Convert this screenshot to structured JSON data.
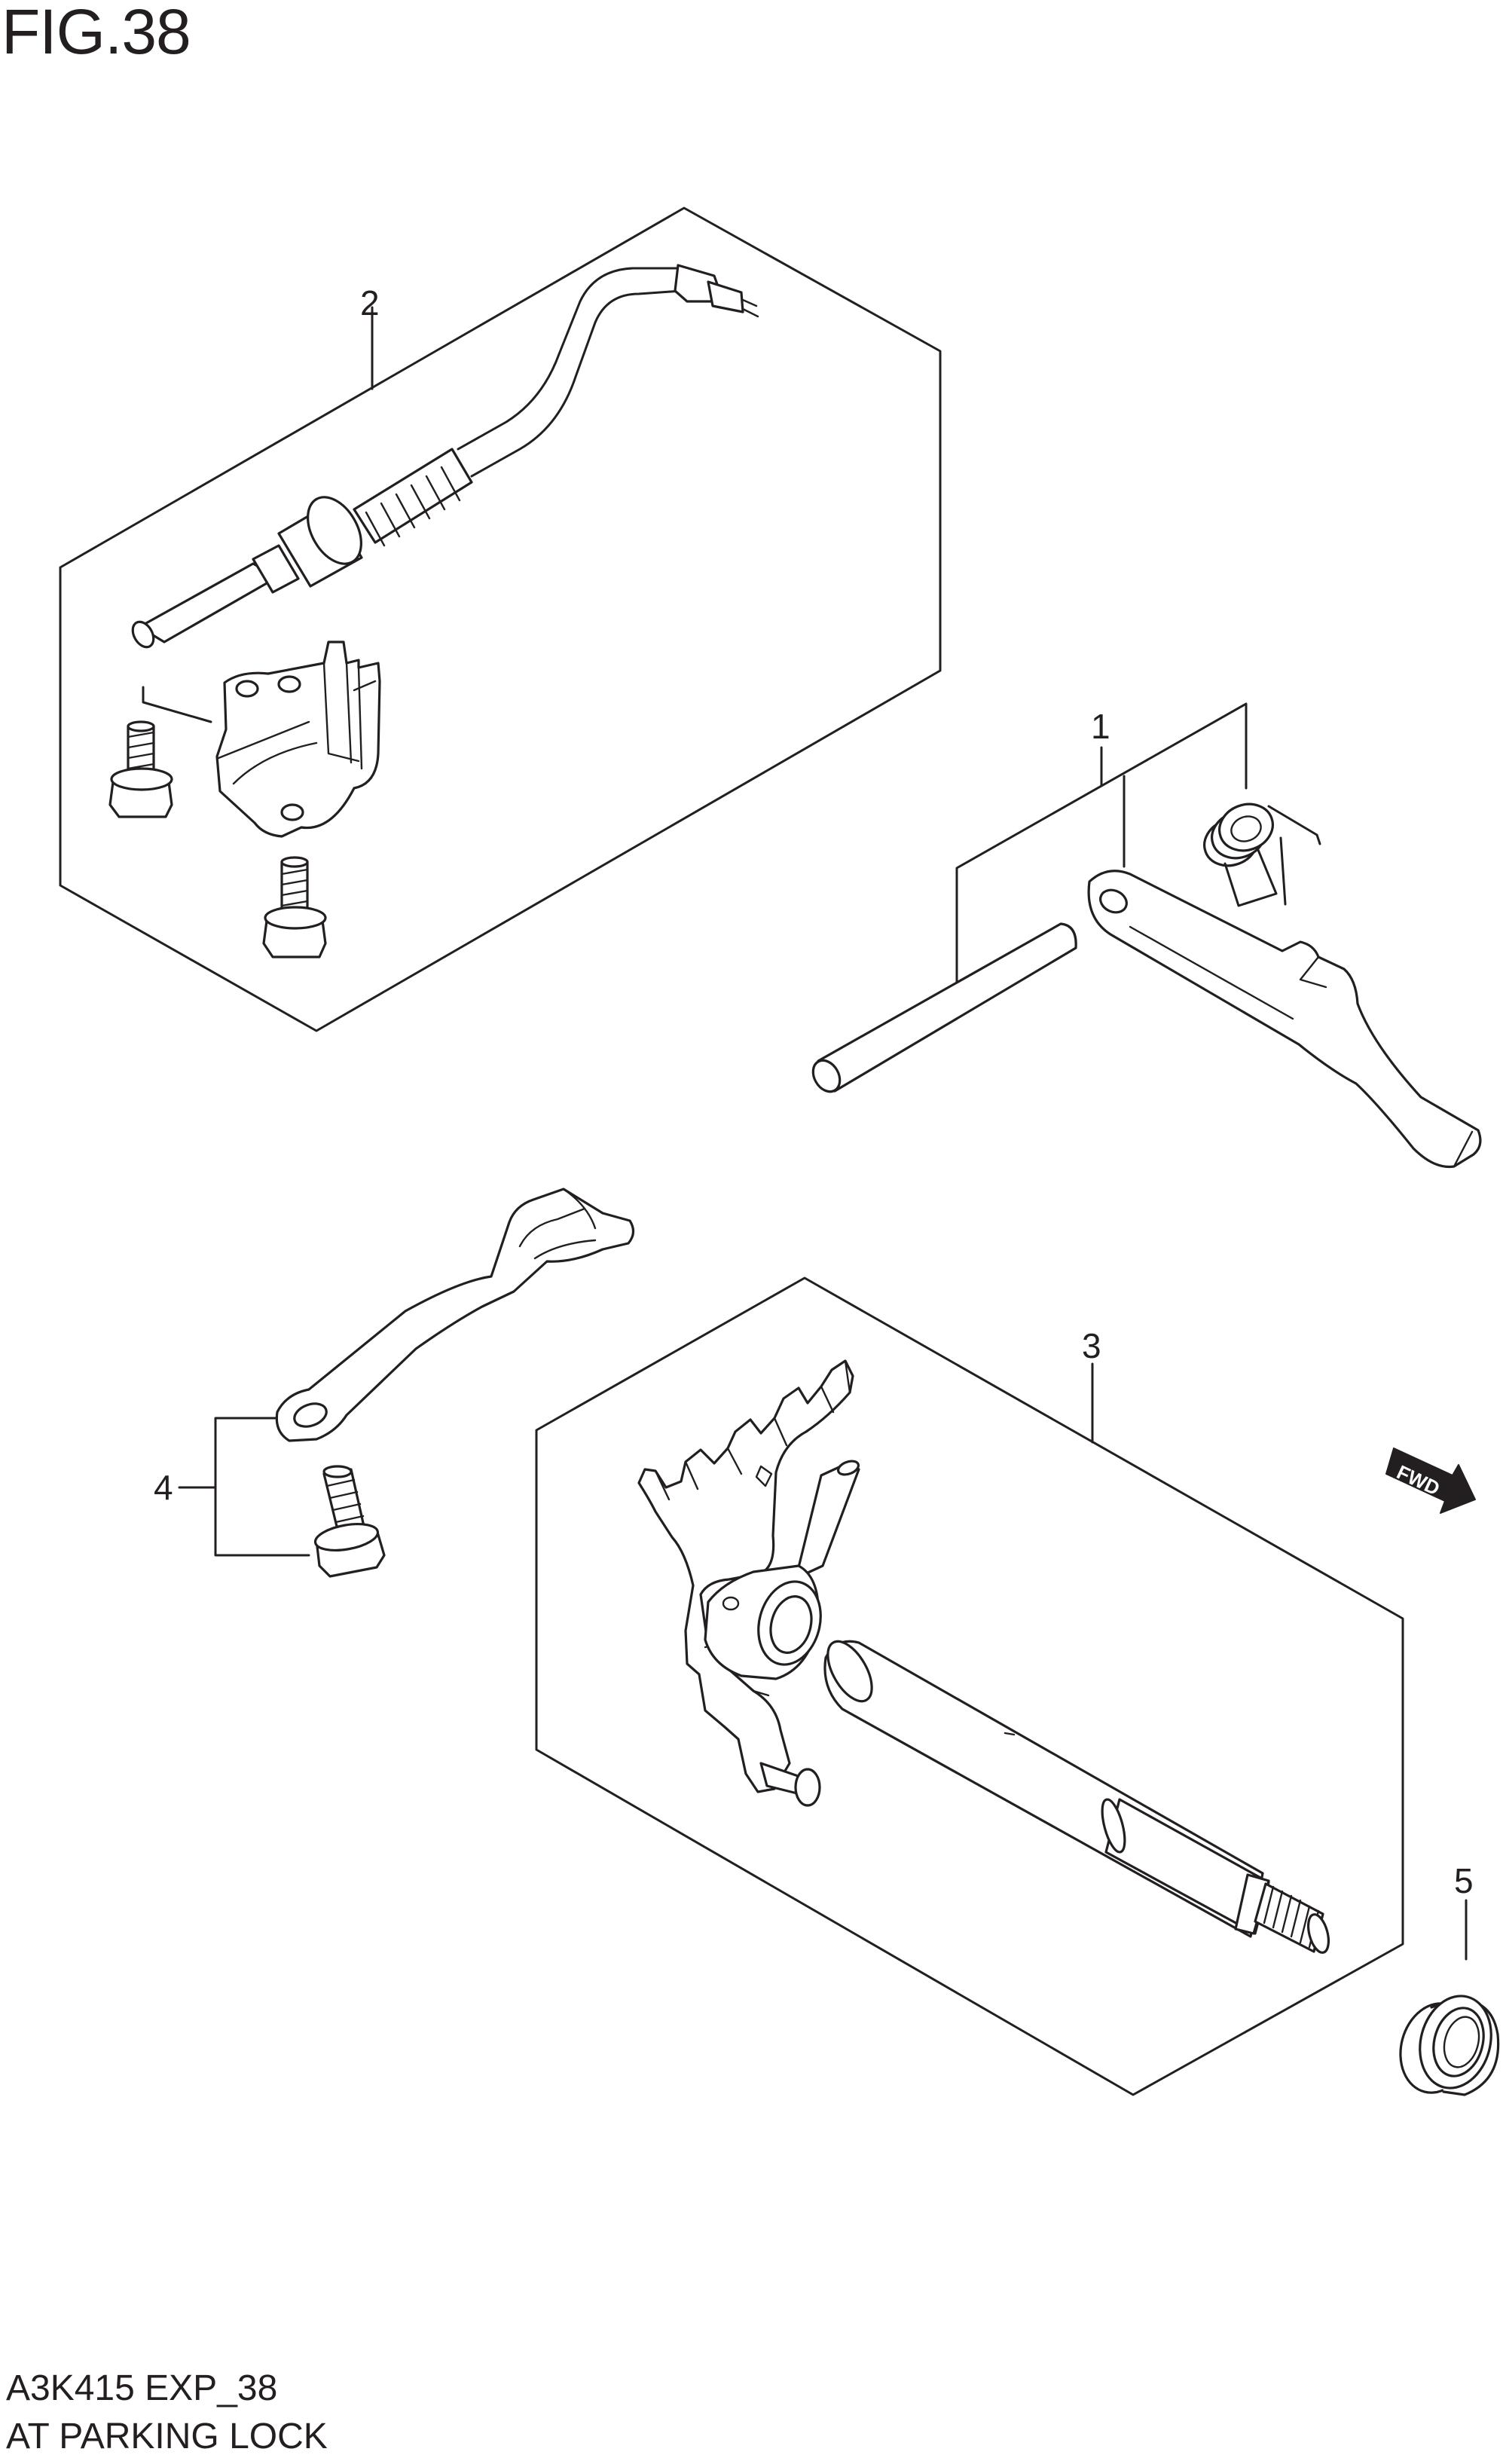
{
  "header": {
    "figure": "FIG.38"
  },
  "footer": {
    "model_code": "A3K415 EXP_38",
    "section_name": "AT PARKING LOCK"
  },
  "callouts": {
    "part_1": "1",
    "part_2": "2",
    "part_3": "3",
    "part_4": "4",
    "part_5": "5"
  },
  "direction_arrow": {
    "label": "FWD"
  },
  "colors": {
    "line": "#231f20",
    "background": "#ffffff"
  }
}
